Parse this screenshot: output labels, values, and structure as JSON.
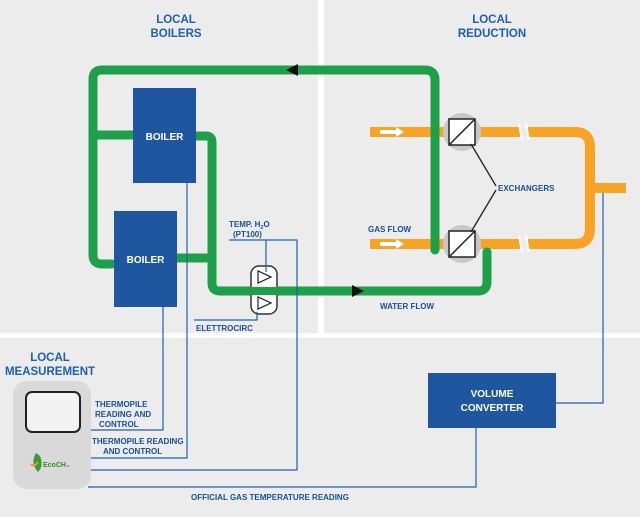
{
  "sections": {
    "local_boilers": [
      "LOCAL",
      "BOILERS"
    ],
    "local_reduction": [
      "LOCAL",
      "REDUCTION"
    ],
    "local_measurement": [
      "LOCAL",
      "MEASUREMENT"
    ]
  },
  "components": {
    "boiler_top": "BOILER",
    "boiler_bottom": "BOILER",
    "volume_converter": [
      "VOLUME",
      "CONVERTER"
    ],
    "eco_logo": "EcoCH₄"
  },
  "labels": {
    "temp_h2o": [
      "TEMP. H",
      "2",
      "O",
      "(PT100)"
    ],
    "elettrocirc": "ELETTROCIRC",
    "water_flow": "WATER FLOW",
    "gas_flow": "GAS FLOW",
    "exchangers": "EXCHANGERS",
    "thermopile_1": [
      "THERMOPILE",
      "READING AND",
      "CONTROL"
    ],
    "thermopile_2": [
      "THERMOPILE READING",
      "AND CONTROL"
    ],
    "official_gas": "OFFICIAL GAS TEMPERATURE READING"
  },
  "colors": {
    "panel_bg": "#ececec",
    "water_pipe": "#1ea04b",
    "gas_pipe": "#f7a325",
    "boiler_blue": "#1e56a0",
    "wire": "#1f5fae",
    "text_blue": "#1f5fae"
  }
}
